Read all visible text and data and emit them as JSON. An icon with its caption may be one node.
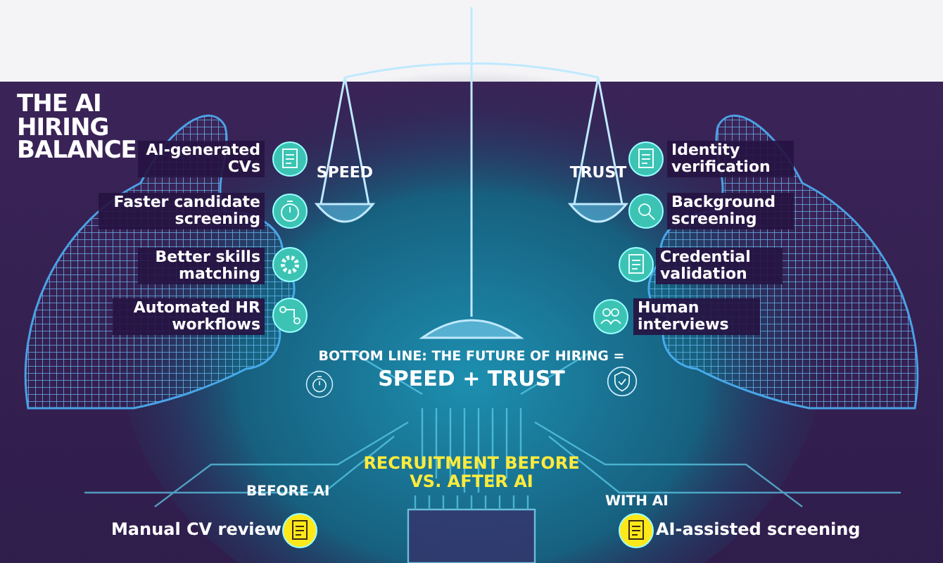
{
  "diagram": {
    "title": "THE AI HIRING BALANCE",
    "labels": [
      "SPEED",
      "TRUST",
      "AI-generated CVs",
      "Identity verification",
      "Faster candidate screening",
      "Background screening",
      "Better skills matching",
      "Credential validation",
      "Automated HR workflows",
      "Human interviews",
      "BOTTOM LINE: THE FUTURE OF HIRING =",
      "SPEED + TRUST",
      "RECRUITMENT BEFORE VS. AFTER AI",
      "BEFORE AI",
      "WITH AI",
      "Manual CV review",
      "AI-assisted screening"
    ]
  }
}
